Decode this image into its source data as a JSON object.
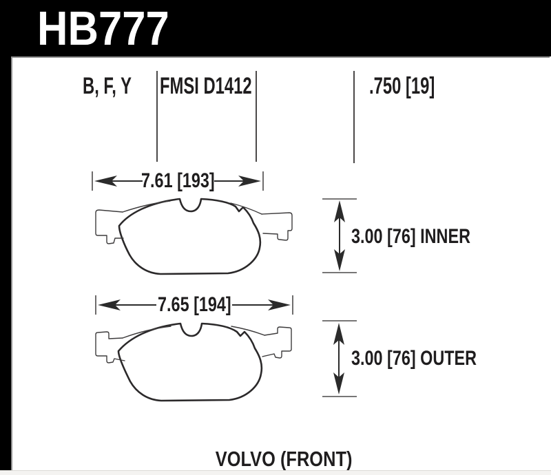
{
  "part": {
    "number": "HB777"
  },
  "specs": {
    "compounds": "B, F, Y",
    "fmsi": "FMSI D1412",
    "thickness": ".750 [19]"
  },
  "inner_pad": {
    "width_dim": "7.61 [193]",
    "height_dim": "3.00 [76] INNER"
  },
  "outer_pad": {
    "width_dim": "7.65 [194]",
    "height_dim": "3.00 [76] OUTER"
  },
  "footer": {
    "application": "VOLVO (FRONT)"
  },
  "colors": {
    "header_bg": "#000000",
    "header_text": "#ffffff",
    "ink": "#2b2b2b",
    "panel_edge": "#8f8f8f",
    "background": "#ffffff"
  }
}
